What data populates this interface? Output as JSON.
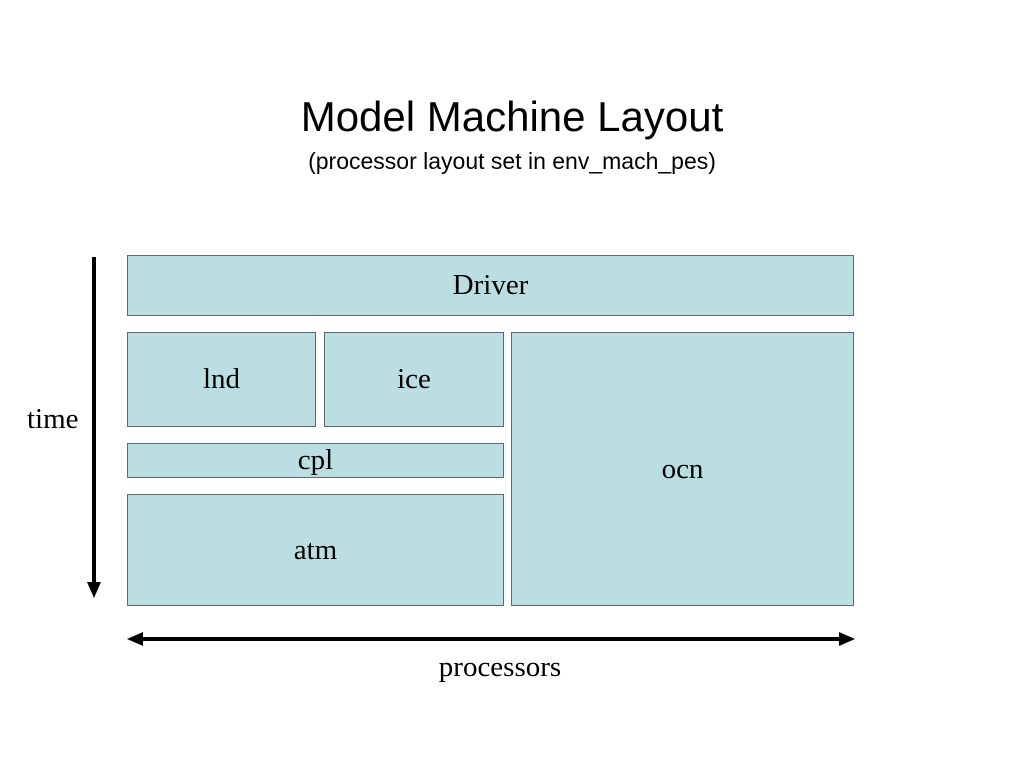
{
  "slide": {
    "title": "Model Machine Layout",
    "subtitle": "(processor layout set in env_mach_pes)"
  },
  "diagram": {
    "box_fill": "#badee2",
    "box_border": "#5f6a6c",
    "components": {
      "driver": "Driver",
      "lnd": "lnd",
      "ice": "ice",
      "cpl": "cpl",
      "atm": "atm",
      "ocn": "ocn"
    },
    "axes": {
      "vertical": "time",
      "horizontal": "processors"
    }
  }
}
